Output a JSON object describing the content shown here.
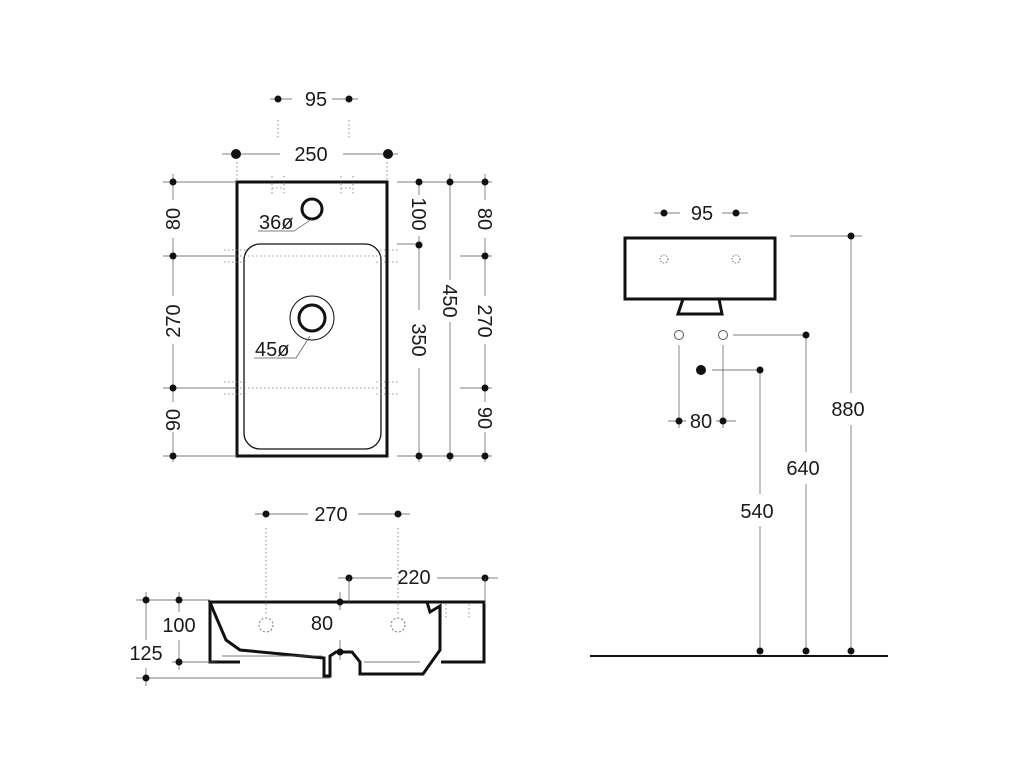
{
  "top_view": {
    "width_250": "250",
    "tap_spacing_95": "95",
    "tap_hole_36": "36ø",
    "waste_45": "45ø",
    "left_80": "80",
    "left_270": "270",
    "left_90": "90",
    "right_100": "100",
    "right_350": "350",
    "right_450": "450",
    "right_80": "80",
    "right_270": "270",
    "right_90": "90"
  },
  "section_view": {
    "dim_270": "270",
    "dim_220": "220",
    "dim_80": "80",
    "dim_100": "100",
    "dim_125": "125"
  },
  "elevation_view": {
    "dim_95": "95",
    "dim_80": "80",
    "dim_880": "880",
    "dim_640": "640",
    "dim_540": "540"
  }
}
